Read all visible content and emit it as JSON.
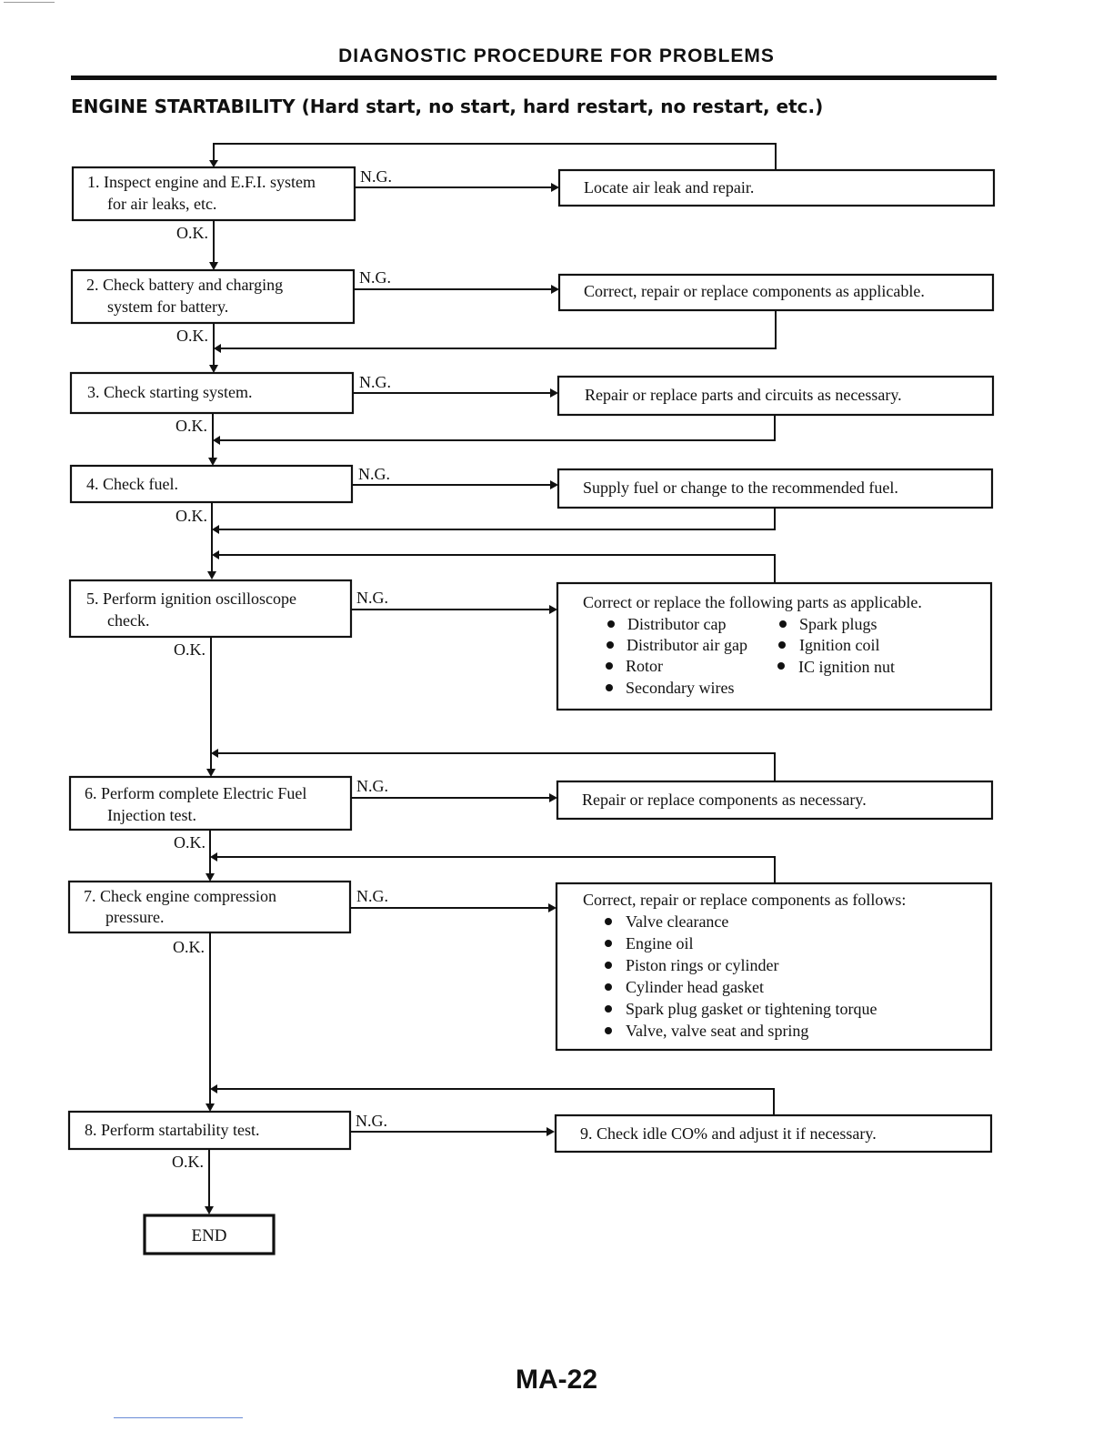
{
  "page": {
    "header": "DIAGNOSTIC PROCEDURE FOR PROBLEMS",
    "section_title": "ENGINE STARTABILITY (Hard start, no start, hard restart, no restart, etc.)",
    "page_number": "MA-22"
  },
  "labels": {
    "ng": "N.G.",
    "ok": "O.K."
  },
  "steps": [
    {
      "lines": [
        "1.  Inspect engine and E.F.I. system",
        "for air leaks, etc."
      ]
    },
    {
      "lines": [
        "2.  Check battery and charging",
        "system for battery."
      ]
    },
    {
      "lines": [
        "3.  Check starting system."
      ]
    },
    {
      "lines": [
        "4.  Check fuel."
      ]
    },
    {
      "lines": [
        "5.  Perform ignition oscilloscope",
        "check."
      ]
    },
    {
      "lines": [
        "6.  Perform complete Electric Fuel",
        "Injection test."
      ]
    },
    {
      "lines": [
        "7.  Check engine compression",
        "pressure."
      ]
    },
    {
      "lines": [
        "8.  Perform startability test."
      ]
    }
  ],
  "actions": [
    {
      "text": "Locate air leak and repair."
    },
    {
      "text": "Correct, repair or replace components as applicable."
    },
    {
      "text": "Repair or replace parts and circuits as necessary."
    },
    {
      "text": "Supply fuel or change to the recommended fuel."
    },
    {
      "text": "Correct or replace the following parts as applicable.",
      "bullets_left": [
        "Distributor cap",
        "Distributor air gap",
        "Rotor",
        "Secondary wires"
      ],
      "bullets_right": [
        "Spark plugs",
        "Ignition coil",
        "IC ignition nut"
      ]
    },
    {
      "text": "Repair or replace components as necessary."
    },
    {
      "text": "Correct, repair or replace components as follows:",
      "bullets_left": [
        "Valve clearance",
        "Engine oil",
        "Piston rings or cylinder",
        "Cylinder head gasket",
        "Spark plug gasket or tightening torque",
        "Valve, valve seat and spring"
      ]
    },
    {
      "text": "9.  Check idle CO% and adjust it if necessary."
    }
  ],
  "end_label": "END"
}
